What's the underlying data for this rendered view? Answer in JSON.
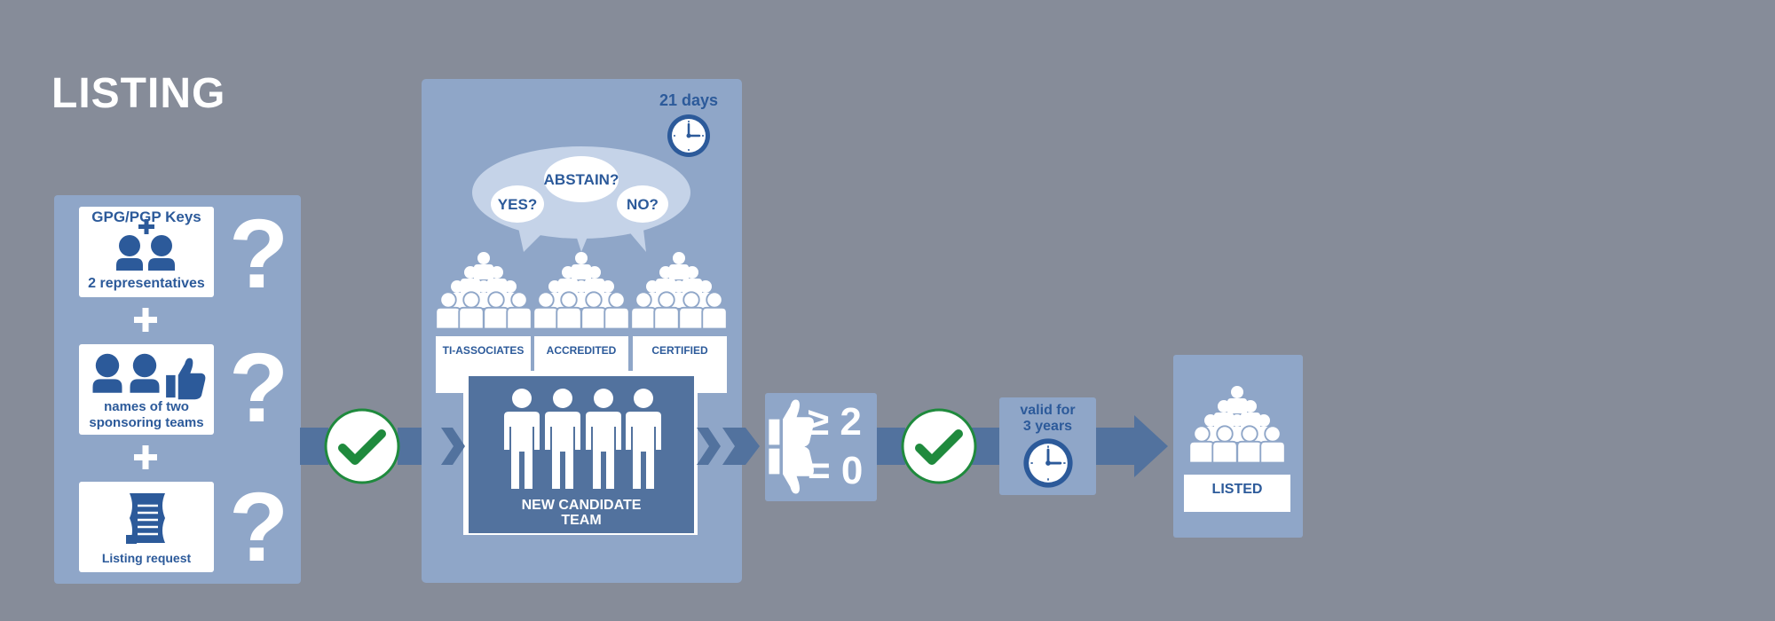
{
  "title": "LISTING",
  "requirements": {
    "keys": {
      "line1": "GPG/PGP Keys",
      "line2": "2 representatives"
    },
    "sponsors": {
      "line1": "names of two",
      "line2": "sponsoring teams"
    },
    "request": {
      "label": "Listing request"
    },
    "question_mark": "?",
    "plus": "+"
  },
  "voting": {
    "duration": "21 days",
    "bubble_options": [
      "YES?",
      "ABSTAIN?",
      "NO?"
    ],
    "groups": [
      "TI-ASSOCIATES",
      "ACCREDITED",
      "CERTIFIED"
    ],
    "candidate": {
      "line1": "NEW CANDIDATE",
      "line2": "TEAM"
    }
  },
  "result": {
    "approve_condition": "≥ 2",
    "reject_condition": "= 0"
  },
  "validity": {
    "line1": "valid for",
    "line2": "3 years"
  },
  "final": {
    "label": "LISTED"
  },
  "colors": {
    "background": "#868c99",
    "panel": "#8fa6c8",
    "dark_blue": "#2c5a9a",
    "arrow_blue": "#52729e",
    "check_green": "#1f8a3d"
  },
  "icons": [
    "question-icon",
    "people-icon",
    "thumbs-up-icon",
    "thumbs-down-icon",
    "document-icon",
    "clock-icon",
    "check-icon",
    "speech-bubble-icon",
    "arrow-icon"
  ]
}
